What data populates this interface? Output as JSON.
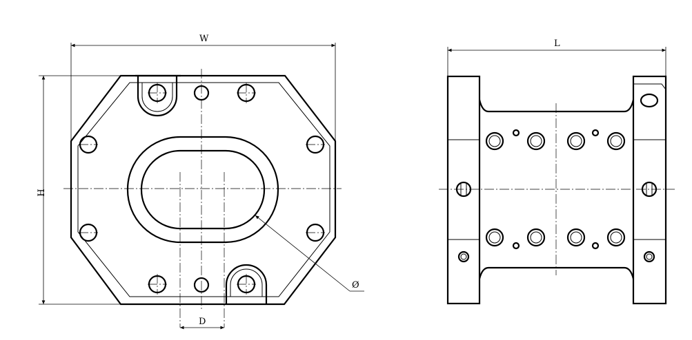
{
  "dimensions": {
    "width_label": "W",
    "height_label": "H",
    "length_label": "L",
    "diameter_label": "Ø",
    "distance_label": "D"
  }
}
